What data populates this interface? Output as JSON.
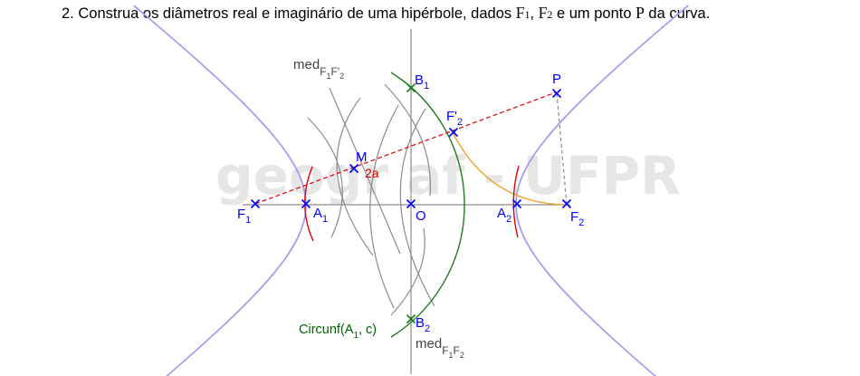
{
  "problem": {
    "number": "2.",
    "text_before": "Construa os diâmetros real e imaginário de uma hipérbole, dados ",
    "f1_main": "F",
    "f1_sub": "1",
    "comma": ", ",
    "f2_main": "F",
    "f2_sub": "2",
    "text_mid": " e um ponto ",
    "p": "P",
    "text_after": " da curva."
  },
  "watermark": "geogr af - UFPR",
  "labels": {
    "F1": {
      "main": "F",
      "sub": "1"
    },
    "F2": {
      "main": "F",
      "sub": "2"
    },
    "A1": {
      "main": "A",
      "sub": "1"
    },
    "A2": {
      "main": "A",
      "sub": "2"
    },
    "B1": {
      "main": "B",
      "sub": "1"
    },
    "B2": {
      "main": "B",
      "sub": "2"
    },
    "O": "O",
    "P": "P",
    "M": "M",
    "F2p": {
      "main": "F'",
      "sub": "2"
    },
    "two_a": "2a",
    "med_top": {
      "main": "med",
      "sub1": "F",
      "sub2": "1",
      "sub3": "F'",
      "sub4": "2"
    },
    "med_bottom": {
      "main": "med",
      "sub1": "F",
      "sub2": "1",
      "sub3": "F",
      "sub4": "2"
    },
    "circ": {
      "pre": "Circunf(A",
      "sub": "1",
      "post": ", c)"
    }
  },
  "colors": {
    "hyperbola": "#a0a0f0",
    "point_marker": "#0000ff",
    "construction_gray": "#8c8c8c",
    "circle_green": "#1e7a1e",
    "arc_red": "#e00000",
    "dashed_red": "#e00000",
    "arc_orange": "#f0a030"
  }
}
